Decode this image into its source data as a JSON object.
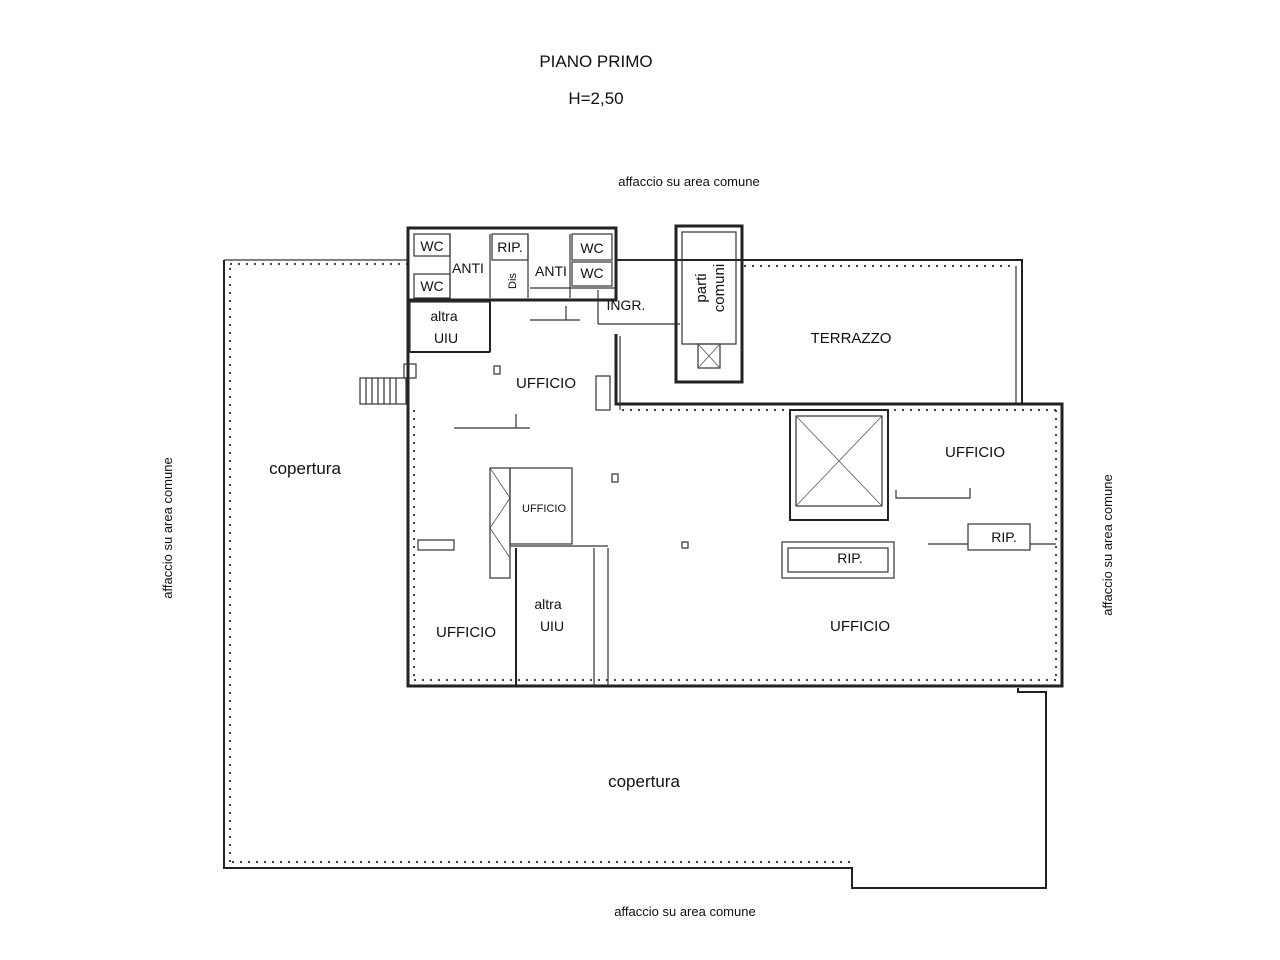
{
  "header": {
    "title": "PIANO PRIMO",
    "height": "H=2,50"
  },
  "surroundings": {
    "top": "affaccio su area comune",
    "bottom": "affaccio su area comune",
    "left": "affaccio su area comune",
    "right": "affaccio su area comune"
  },
  "rooms": {
    "wc_1": "WC",
    "wc_2": "WC",
    "wc_3": "WC",
    "wc_4": "WC",
    "anti_1": "ANTI",
    "anti_2": "ANTI",
    "rip_top": "RIP.",
    "dis": "Dis",
    "ingr": "INGR.",
    "parti_comuni_1": "parti",
    "parti_comuni_2": "comuni",
    "altra_uiu_1_a": "altra",
    "altra_uiu_1_b": "UIU",
    "altra_uiu_2_a": "altra",
    "altra_uiu_2_b": "UIU",
    "terrazzo": "TERRAZZO",
    "ufficio_main": "UFFICIO",
    "ufficio_small": "UFFICIO",
    "ufficio_left": "UFFICIO",
    "ufficio_right": "UFFICIO",
    "ufficio_big": "UFFICIO",
    "rip_mid": "RIP.",
    "rip_right": "RIP.",
    "copertura_left": "copertura",
    "copertura_bottom": "copertura"
  }
}
